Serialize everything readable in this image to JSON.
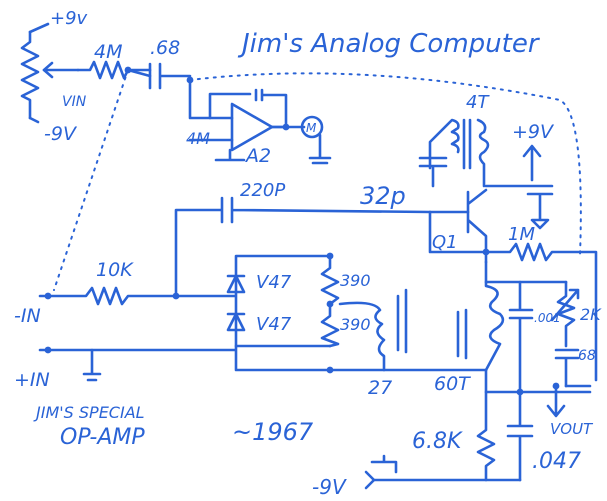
{
  "ink_color": "#2a63d6",
  "title": "Jim's Analog Computer",
  "caption": {
    "line1": "JIM'S SPECIAL",
    "line2": "OP-AMP",
    "year": "~1967"
  },
  "labels": {
    "plus9v_top": "+9v",
    "minus9v_top": "-9V",
    "pot": "4M",
    "vin": "VIN",
    "cap_068": ".68",
    "r_4m": "4M",
    "opamp": "A2",
    "meter": "M",
    "xfmr_turns": "4T",
    "plus9v_right": "+9V",
    "cap_220p": "220P",
    "cap_32p": "32p",
    "transistor": "Q1",
    "r_1m": "1M",
    "r_10k": "10K",
    "diode_a": "V47",
    "diode_b": "V47",
    "r_390a": "390",
    "r_390b": "390",
    "coil_turns": "27",
    "neg_in": "-IN",
    "pos_in": "+IN",
    "coil_60t": "60T",
    "cap_001": ".001",
    "pot_2k": "2K",
    "cap_68": "68",
    "vout": "VOUT",
    "r_68k": "6.8K",
    "cap_047": ".047",
    "minus9v_bottom": "-9V"
  }
}
